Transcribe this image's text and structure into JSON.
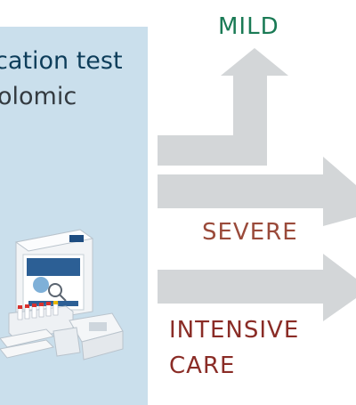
{
  "panel": {
    "title": "cation test",
    "subtitle": "olomic"
  },
  "outcomes": {
    "mild": "MILD",
    "severe": "SEVERE",
    "intensive_line1": "INTENSIVE",
    "intensive_line2": "CARE"
  },
  "colors": {
    "panel_bg": "#cadfec",
    "arrow": "#d3d6d8",
    "mild": "#1a7a55",
    "severe": "#9a4a3a",
    "intensive": "#8a2c26"
  }
}
